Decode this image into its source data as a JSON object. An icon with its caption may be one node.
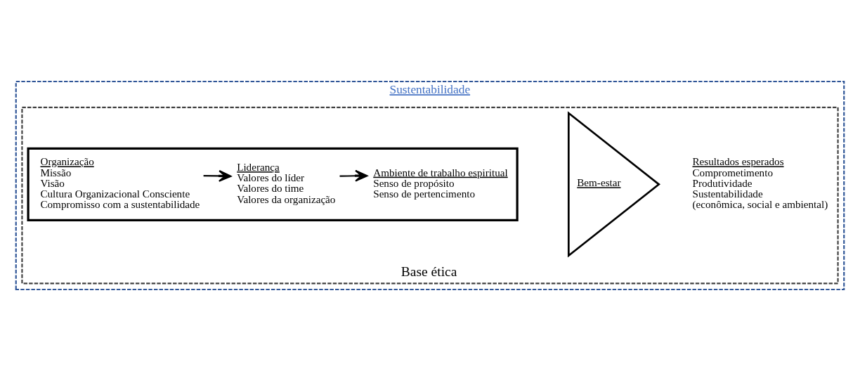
{
  "diagram": {
    "nodes": [
      {
        "text": [
          "Sustentabilidade"
        ]
      },
      {
        "text": [
          "Base ética"
        ],
        "in": 0
      },
      {
        "text": [],
        "shape": "box",
        "in": 1
      },
      {
        "text": [
          "Organização",
          "Missão",
          "Visão",
          "Cultura Organizacional Consciente",
          "Compromisso com a sustentabilidade"
        ],
        "in": 2
      },
      {
        "text": [
          "Liderança",
          "Valores do líder",
          "Valores do time",
          "Valores da organização"
        ],
        "in": 2
      },
      {
        "text": [
          "Ambiente de trabalho espiritual",
          "Senso de propósito",
          "Senso de pertencimento"
        ],
        "in": 2
      },
      {
        "text": [
          "Bem-estar"
        ],
        "in": 1
      },
      {
        "text": [
          "Resultados esperados",
          "Comprometimento",
          "Produtividade",
          "Sustentabilidade",
          "(econômica, social e ambiental)"
        ],
        "in": 1
      }
    ],
    "edges": [
      {
        "from": 3,
        "to": 4,
        "arrow": "to"
      },
      {
        "from": 4,
        "to": 5,
        "arrow": "to"
      }
    ]
  }
}
